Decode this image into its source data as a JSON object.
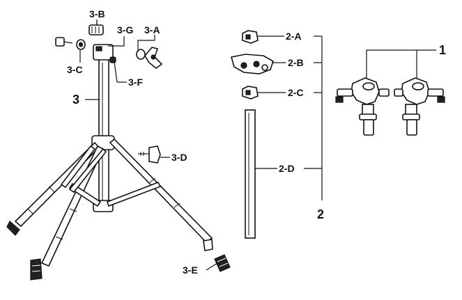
{
  "labels": {
    "part_3": "3",
    "part_3a": "3-A",
    "part_3b": "3-B",
    "part_3c": "3-C",
    "part_3d": "3-D",
    "part_3e": "3-E",
    "part_3f": "3-F",
    "part_3g": "3-G",
    "part_2": "2",
    "part_2a": "2-A",
    "part_2b": "2-B",
    "part_2c": "2-C",
    "part_2d": "2-D",
    "part_1": "1"
  }
}
